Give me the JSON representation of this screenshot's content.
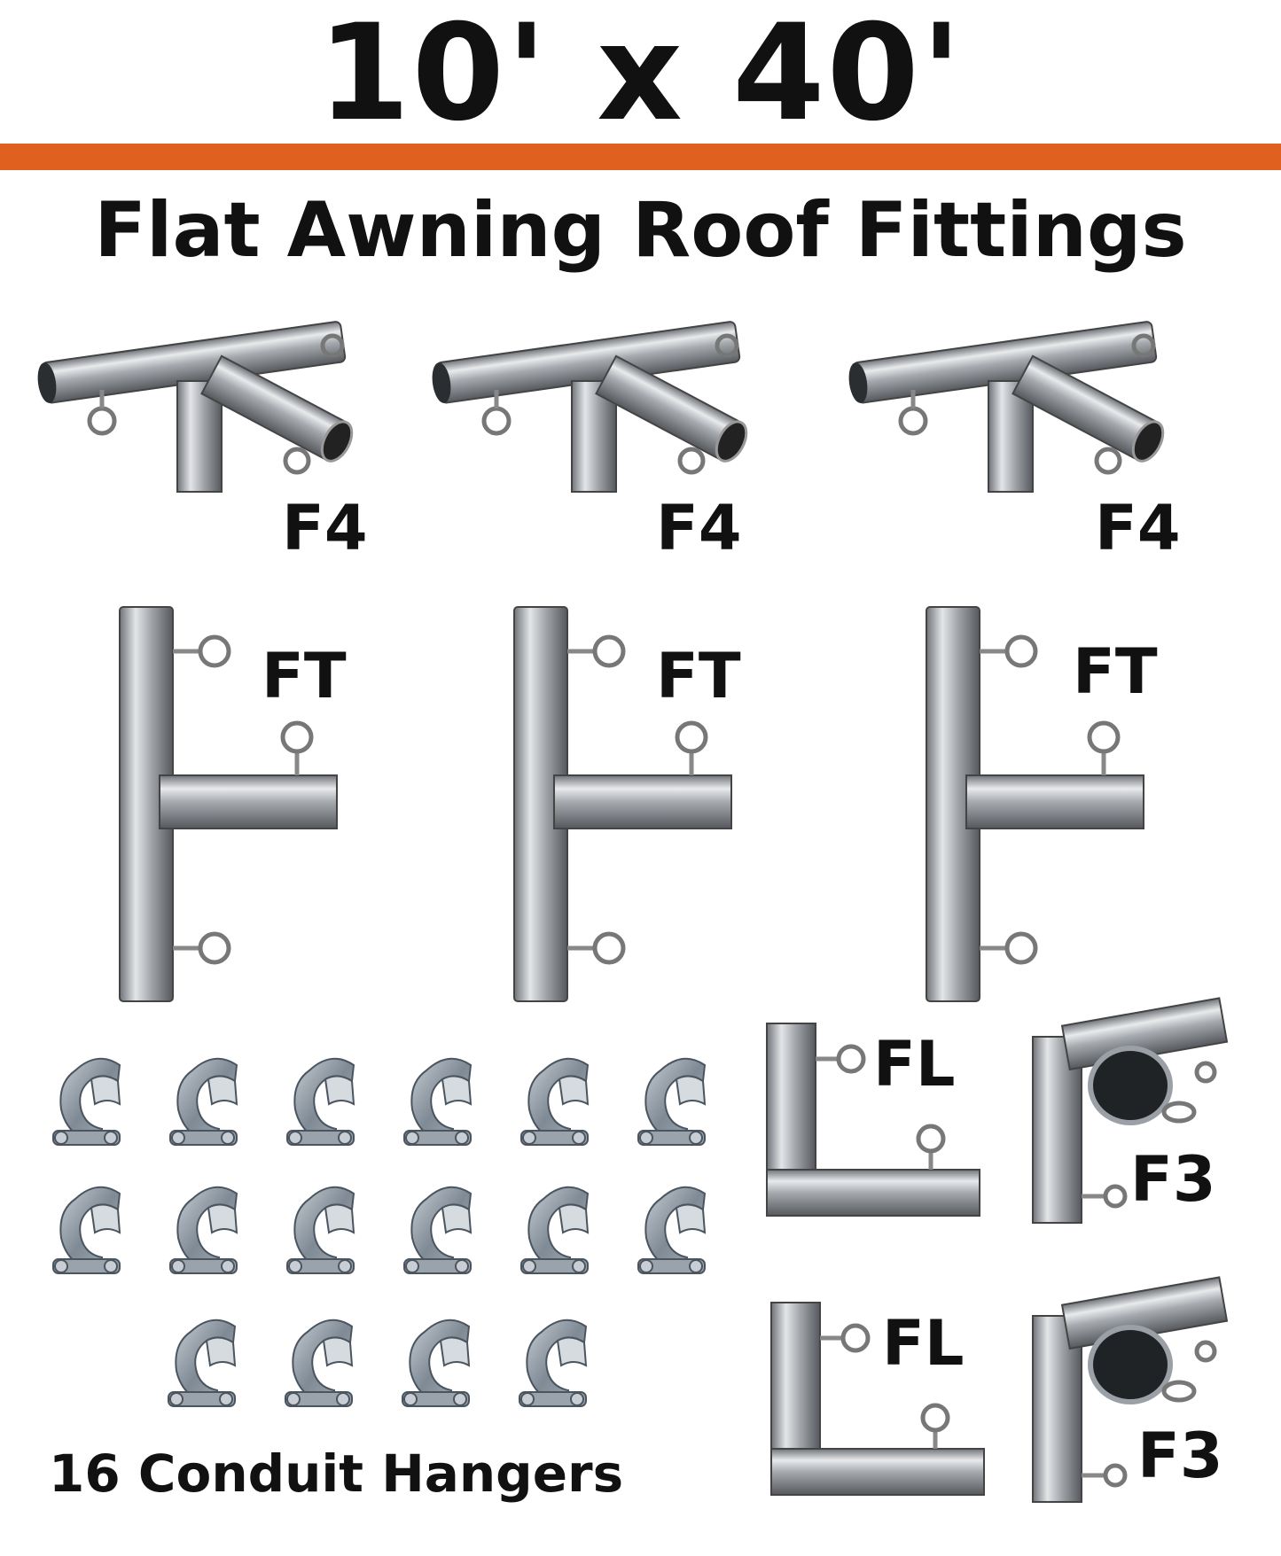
{
  "header": {
    "title": "10' x 40'",
    "subtitle": "Flat Awning Roof Fittings",
    "accent_color": "#e0601f"
  },
  "products": {
    "f4_labels": [
      "F4",
      "F4",
      "F4"
    ],
    "ft_labels": [
      "FT",
      "FT",
      "FT"
    ],
    "fl_labels": [
      "FL",
      "FL"
    ],
    "f3_labels": [
      "F3",
      "F3"
    ],
    "hanger_caption": "16 Conduit Hangers",
    "hanger_icon": "conduit-hanger-icon"
  }
}
